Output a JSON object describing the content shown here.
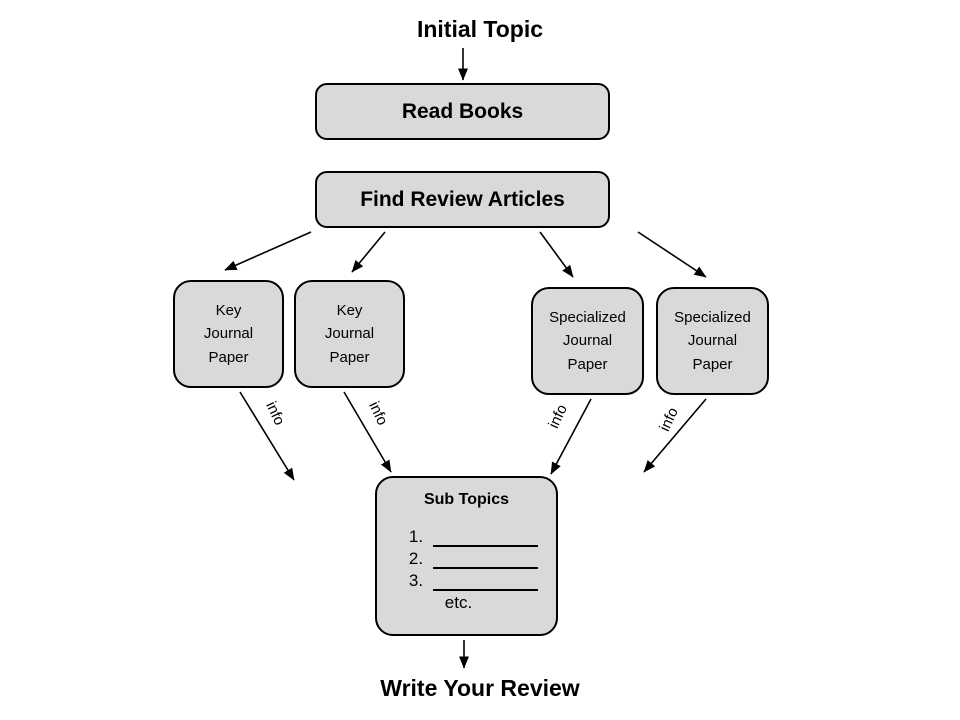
{
  "diagram": {
    "title_top": "Initial Topic",
    "title_bottom": "Write Your Review",
    "steps": {
      "read_books": "Read Books",
      "find_review_articles": "Find Review Articles"
    },
    "papers": [
      {
        "line1": "Key",
        "line2": "Journal",
        "line3": "Paper"
      },
      {
        "line1": "Key",
        "line2": "Journal",
        "line3": "Paper"
      },
      {
        "line1": "Specialized",
        "line2": "Journal",
        "line3": "Paper"
      },
      {
        "line1": "Specialized",
        "line2": "Journal",
        "line3": "Paper"
      }
    ],
    "sub_topics": {
      "title": "Sub Topics",
      "items": [
        {
          "number": "1.",
          "value": ""
        },
        {
          "number": "2.",
          "value": ""
        },
        {
          "number": "3.",
          "value": ""
        }
      ],
      "etc": "etc."
    },
    "edge_labels": {
      "info_0": "info",
      "info_1": "info",
      "info_2": "info",
      "info_3": "info"
    },
    "colors": {
      "node_fill": "#d9d9d9",
      "node_stroke": "#000000",
      "text": "#000000",
      "background": "#ffffff"
    }
  }
}
